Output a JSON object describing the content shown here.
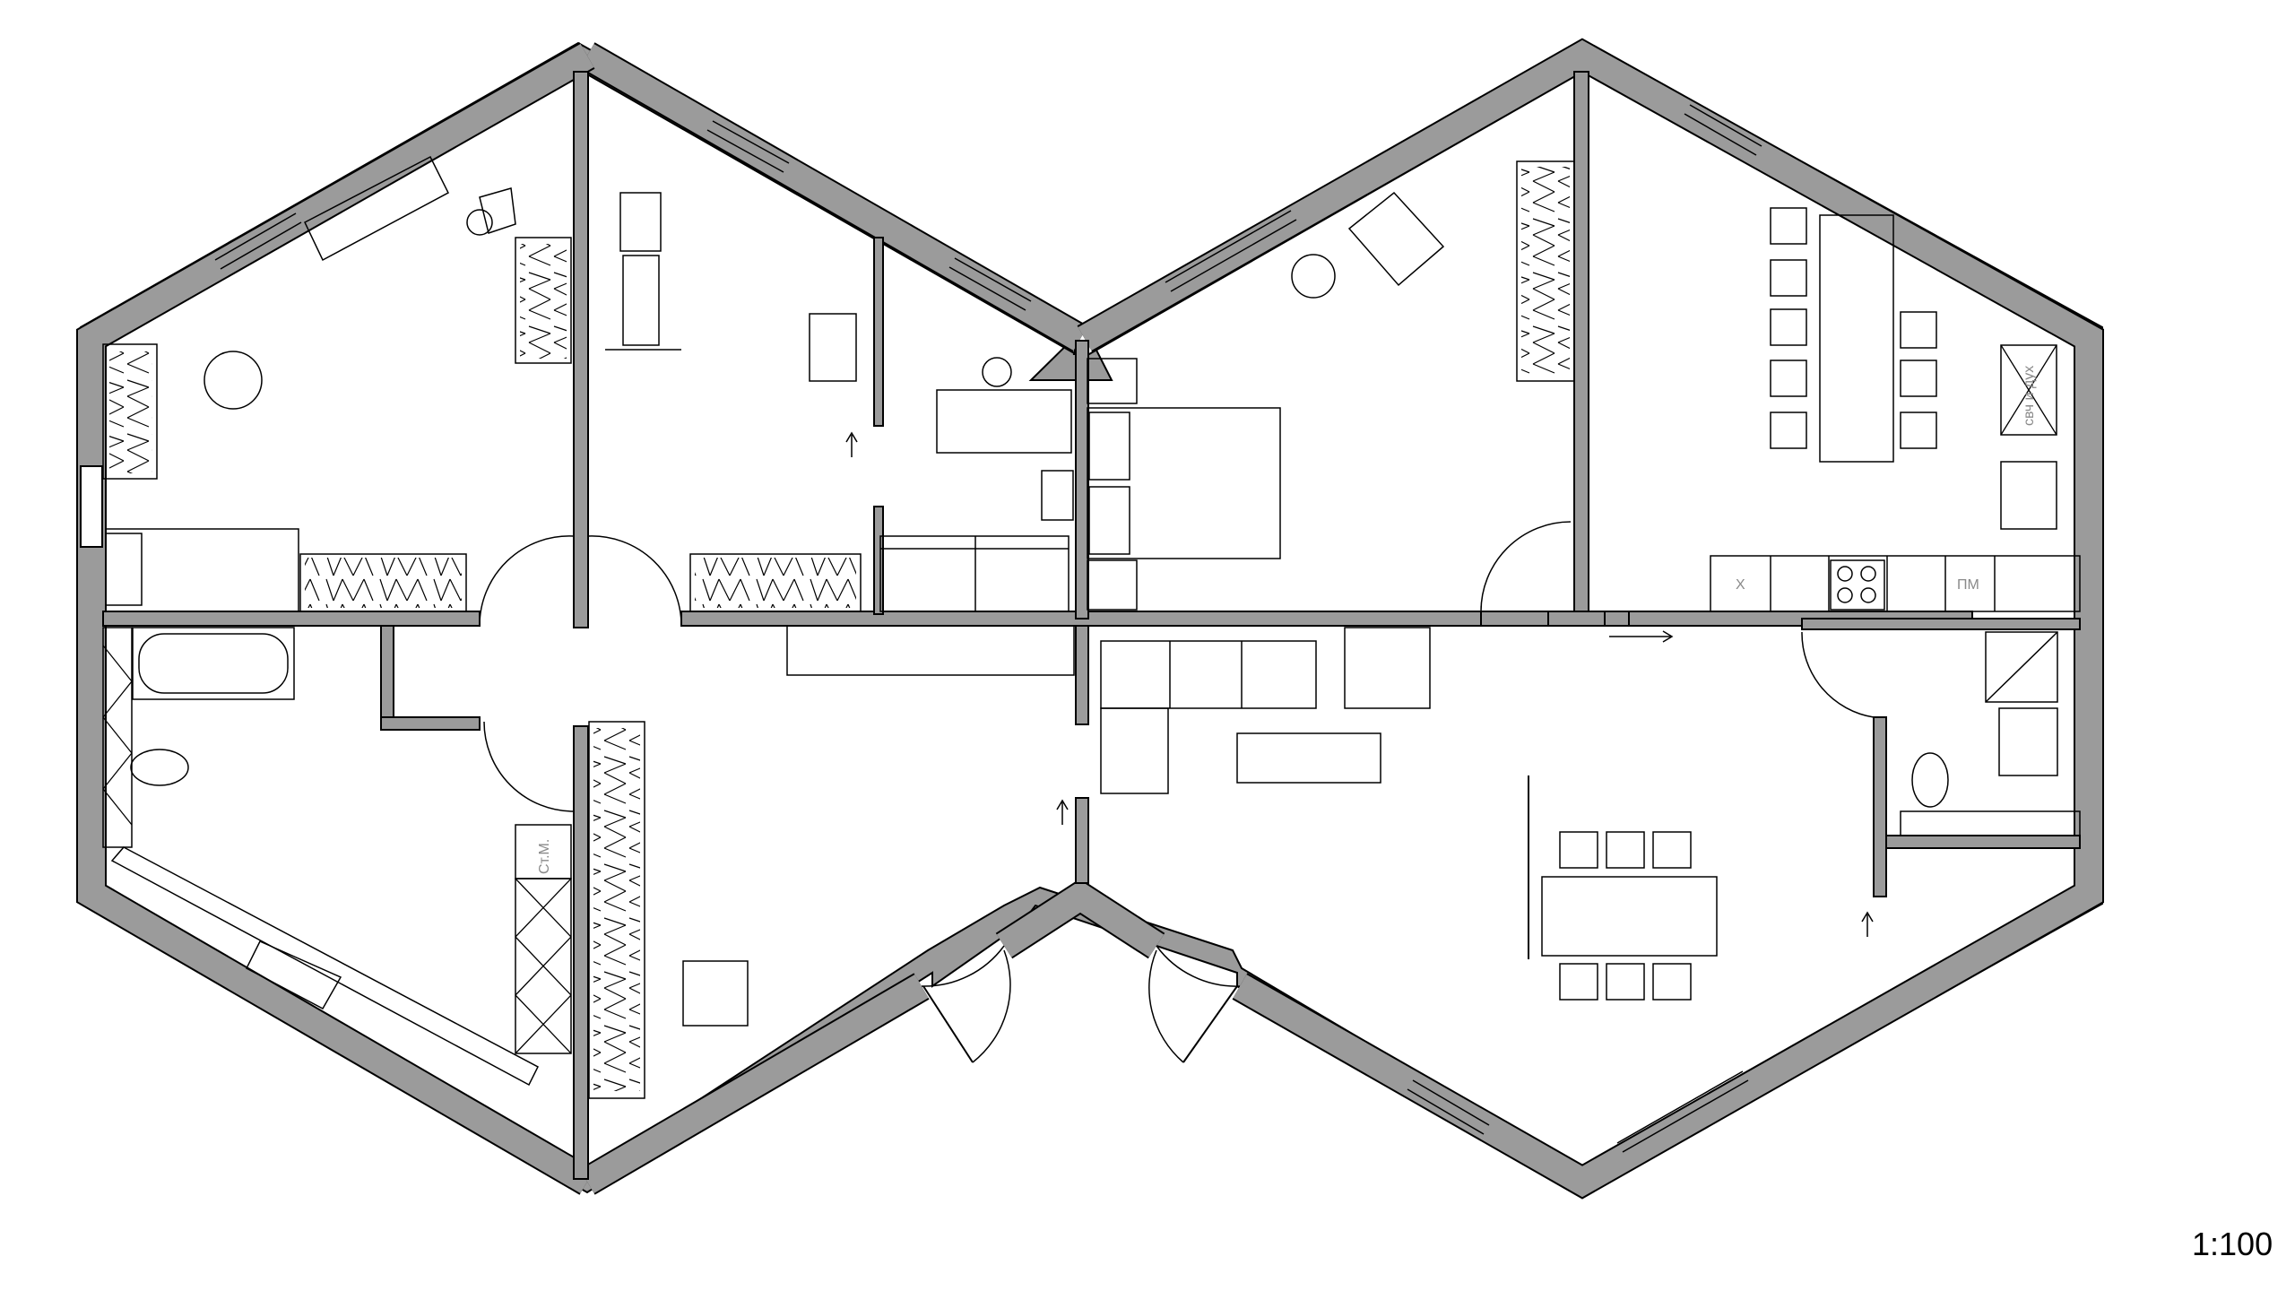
{
  "plan": {
    "scale_label": "1:100",
    "labels": {
      "fridge": "Х",
      "dishwasher": "ПМ",
      "microwave_oven": "свч и дух",
      "washing_machine": "Ст.М."
    }
  }
}
